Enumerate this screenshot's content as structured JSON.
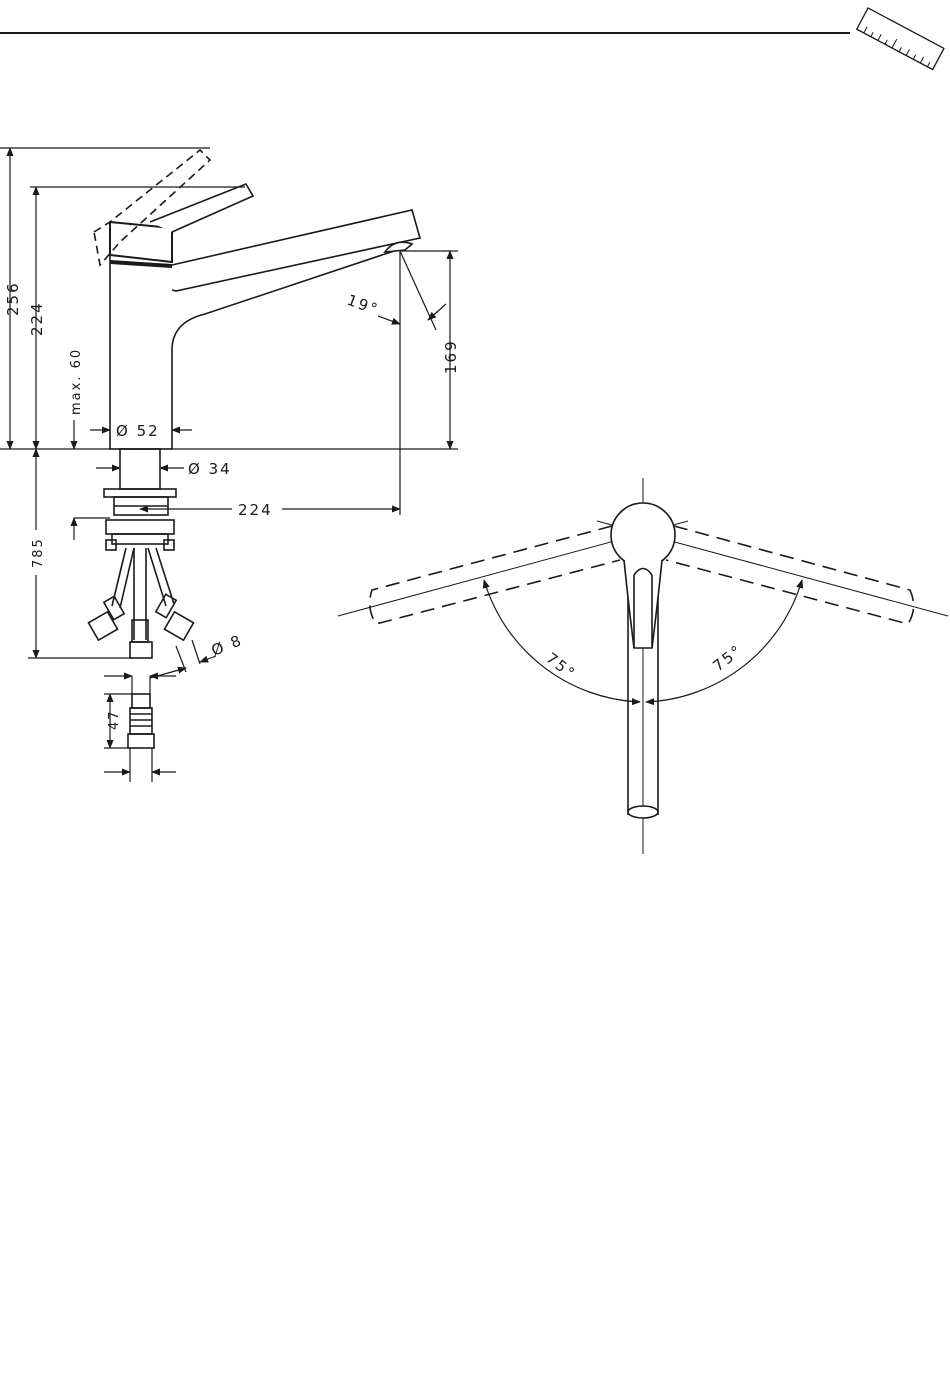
{
  "header": {
    "ruler_icon": "ruler-icon"
  },
  "side_view": {
    "total_height": "256",
    "spout_height": "224",
    "max_counter": "max. 60",
    "body_diameter": "Ø 52",
    "shank_diameter": "Ø 34",
    "spout_angle": "19°",
    "outlet_height": "169",
    "spout_reach": "224",
    "hose_length": "785",
    "hose_diameter": "Ø 8",
    "connector_length": "47"
  },
  "top_view": {
    "left_angle": "75°",
    "right_angle": "75°"
  },
  "colors": {
    "line": "#1a1a1a",
    "background": "#ffffff"
  }
}
